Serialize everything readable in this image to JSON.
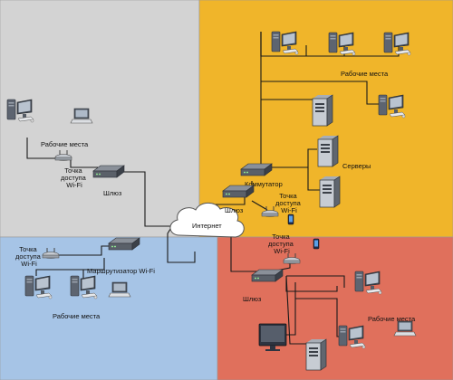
{
  "colors": {
    "top_left_zone": "#d3d3d3",
    "top_right_zone": "#f0b52a",
    "bottom_left_zone": "#a6c4e6",
    "bottom_right_zone": "#e0705c",
    "wire": "#1a1a1a",
    "cloud": "#ffffff"
  },
  "top_left": {
    "workstations_label": "Рабочие места",
    "access_point_label": [
      "Точка",
      "доступа",
      "Wi-Fi"
    ],
    "gateway_label": "Шлюз"
  },
  "center": {
    "internet_label": "Интернет"
  },
  "top_right": {
    "workstations_label": "Рабочие места",
    "servers_label": "Серверы",
    "switch_label": "Коммутатор",
    "gateway_label": "Шлюз",
    "access_point_label": [
      "Точка",
      "доступа",
      "Wi-Fi"
    ]
  },
  "bottom_left": {
    "access_point_label": [
      "Точка",
      "доступа",
      "Wi-Fi"
    ],
    "router_label": "Маршрутизатор Wi-Fi",
    "workstations_label": "Рабочие места"
  },
  "bottom_right": {
    "access_point_label": [
      "Точка",
      "доступа",
      "Wi-Fi"
    ],
    "gateway_label": "Шлюз",
    "workstations_label": "Рабочие места"
  },
  "icons": [
    "desktop-pc-icon",
    "laptop-icon",
    "server-icon",
    "wifi-access-point-icon",
    "gateway-icon",
    "switch-icon",
    "router-icon",
    "cloud-icon",
    "smartphone-icon",
    "monitor-icon"
  ]
}
